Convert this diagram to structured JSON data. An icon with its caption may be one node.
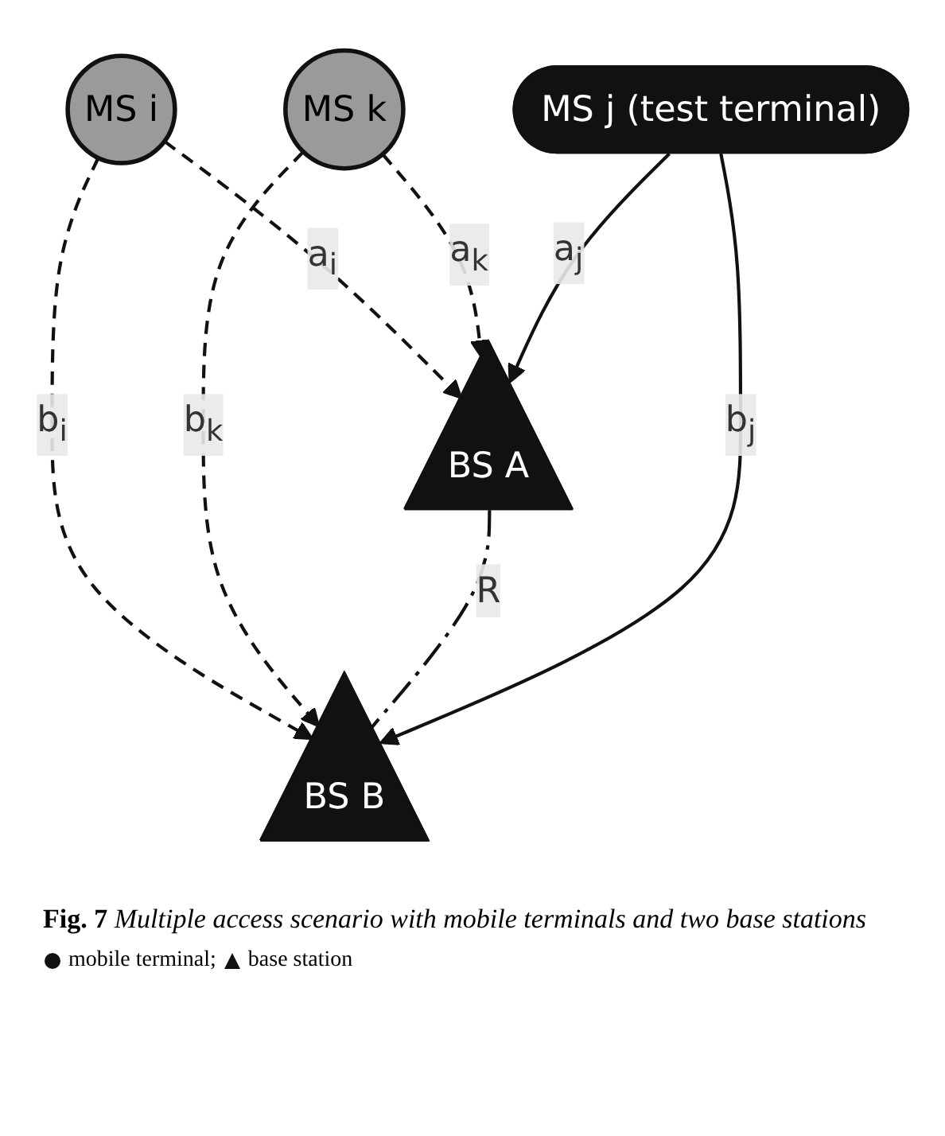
{
  "diagram": {
    "caption": "**Fig. 7** *Multiple access scenario with mobile terminals and two base stations*",
    "nodes": [
      {
        "text": [
          "MS i"
        ]
      },
      {
        "text": [
          "MS k"
        ]
      },
      {
        "text": [
          "BS A"
        ]
      },
      {
        "text": [
          "BS B"
        ]
      },
      {
        "text": [
          "MS j (test terminal)"
        ]
      }
    ],
    "edges": [
      {
        "from": 0,
        "to": 2,
        "arrow": "to",
        "label": "a$_{i}$",
        "style": "dashed"
      },
      {
        "from": 0,
        "to": 3,
        "arrow": "to",
        "label": "b$_{i}$",
        "style": "dashed"
      },
      {
        "from": 1,
        "to": 2,
        "arrow": "to",
        "label": "a$_{k}$",
        "style": "dashed"
      },
      {
        "from": 1,
        "to": 3,
        "arrow": "to",
        "label": "b$_{k}$",
        "style": "dashed"
      },
      {
        "from": 2,
        "to": 3,
        "arrow": "none",
        "label": "R",
        "style": "dashed"
      },
      {
        "from": 4,
        "to": 2,
        "arrow": "to",
        "label": "a$_{j}$"
      },
      {
        "from": 4,
        "to": 3,
        "arrow": "to",
        "label": "b$_{j}$"
      }
    ],
    "legend": [
      {
        "text": "mobile terminal;"
      },
      {
        "text": "base station"
      }
    ]
  }
}
